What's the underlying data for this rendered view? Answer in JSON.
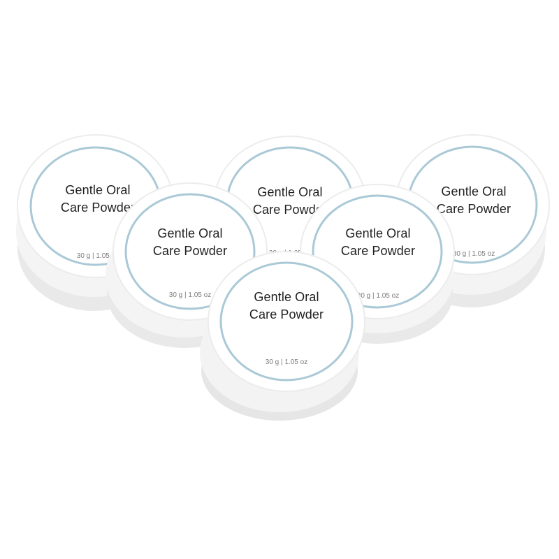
{
  "product": {
    "name_line1": "Gentle Oral",
    "name_line2": "Care Powder",
    "net_weight": "30 g | 1.05 oz"
  },
  "colors": {
    "ring": "#aac9d6",
    "lid": "#ffffff",
    "body": "#eeeeee",
    "text": "#1f1f1f",
    "weight_text": "#7a7a7a"
  }
}
